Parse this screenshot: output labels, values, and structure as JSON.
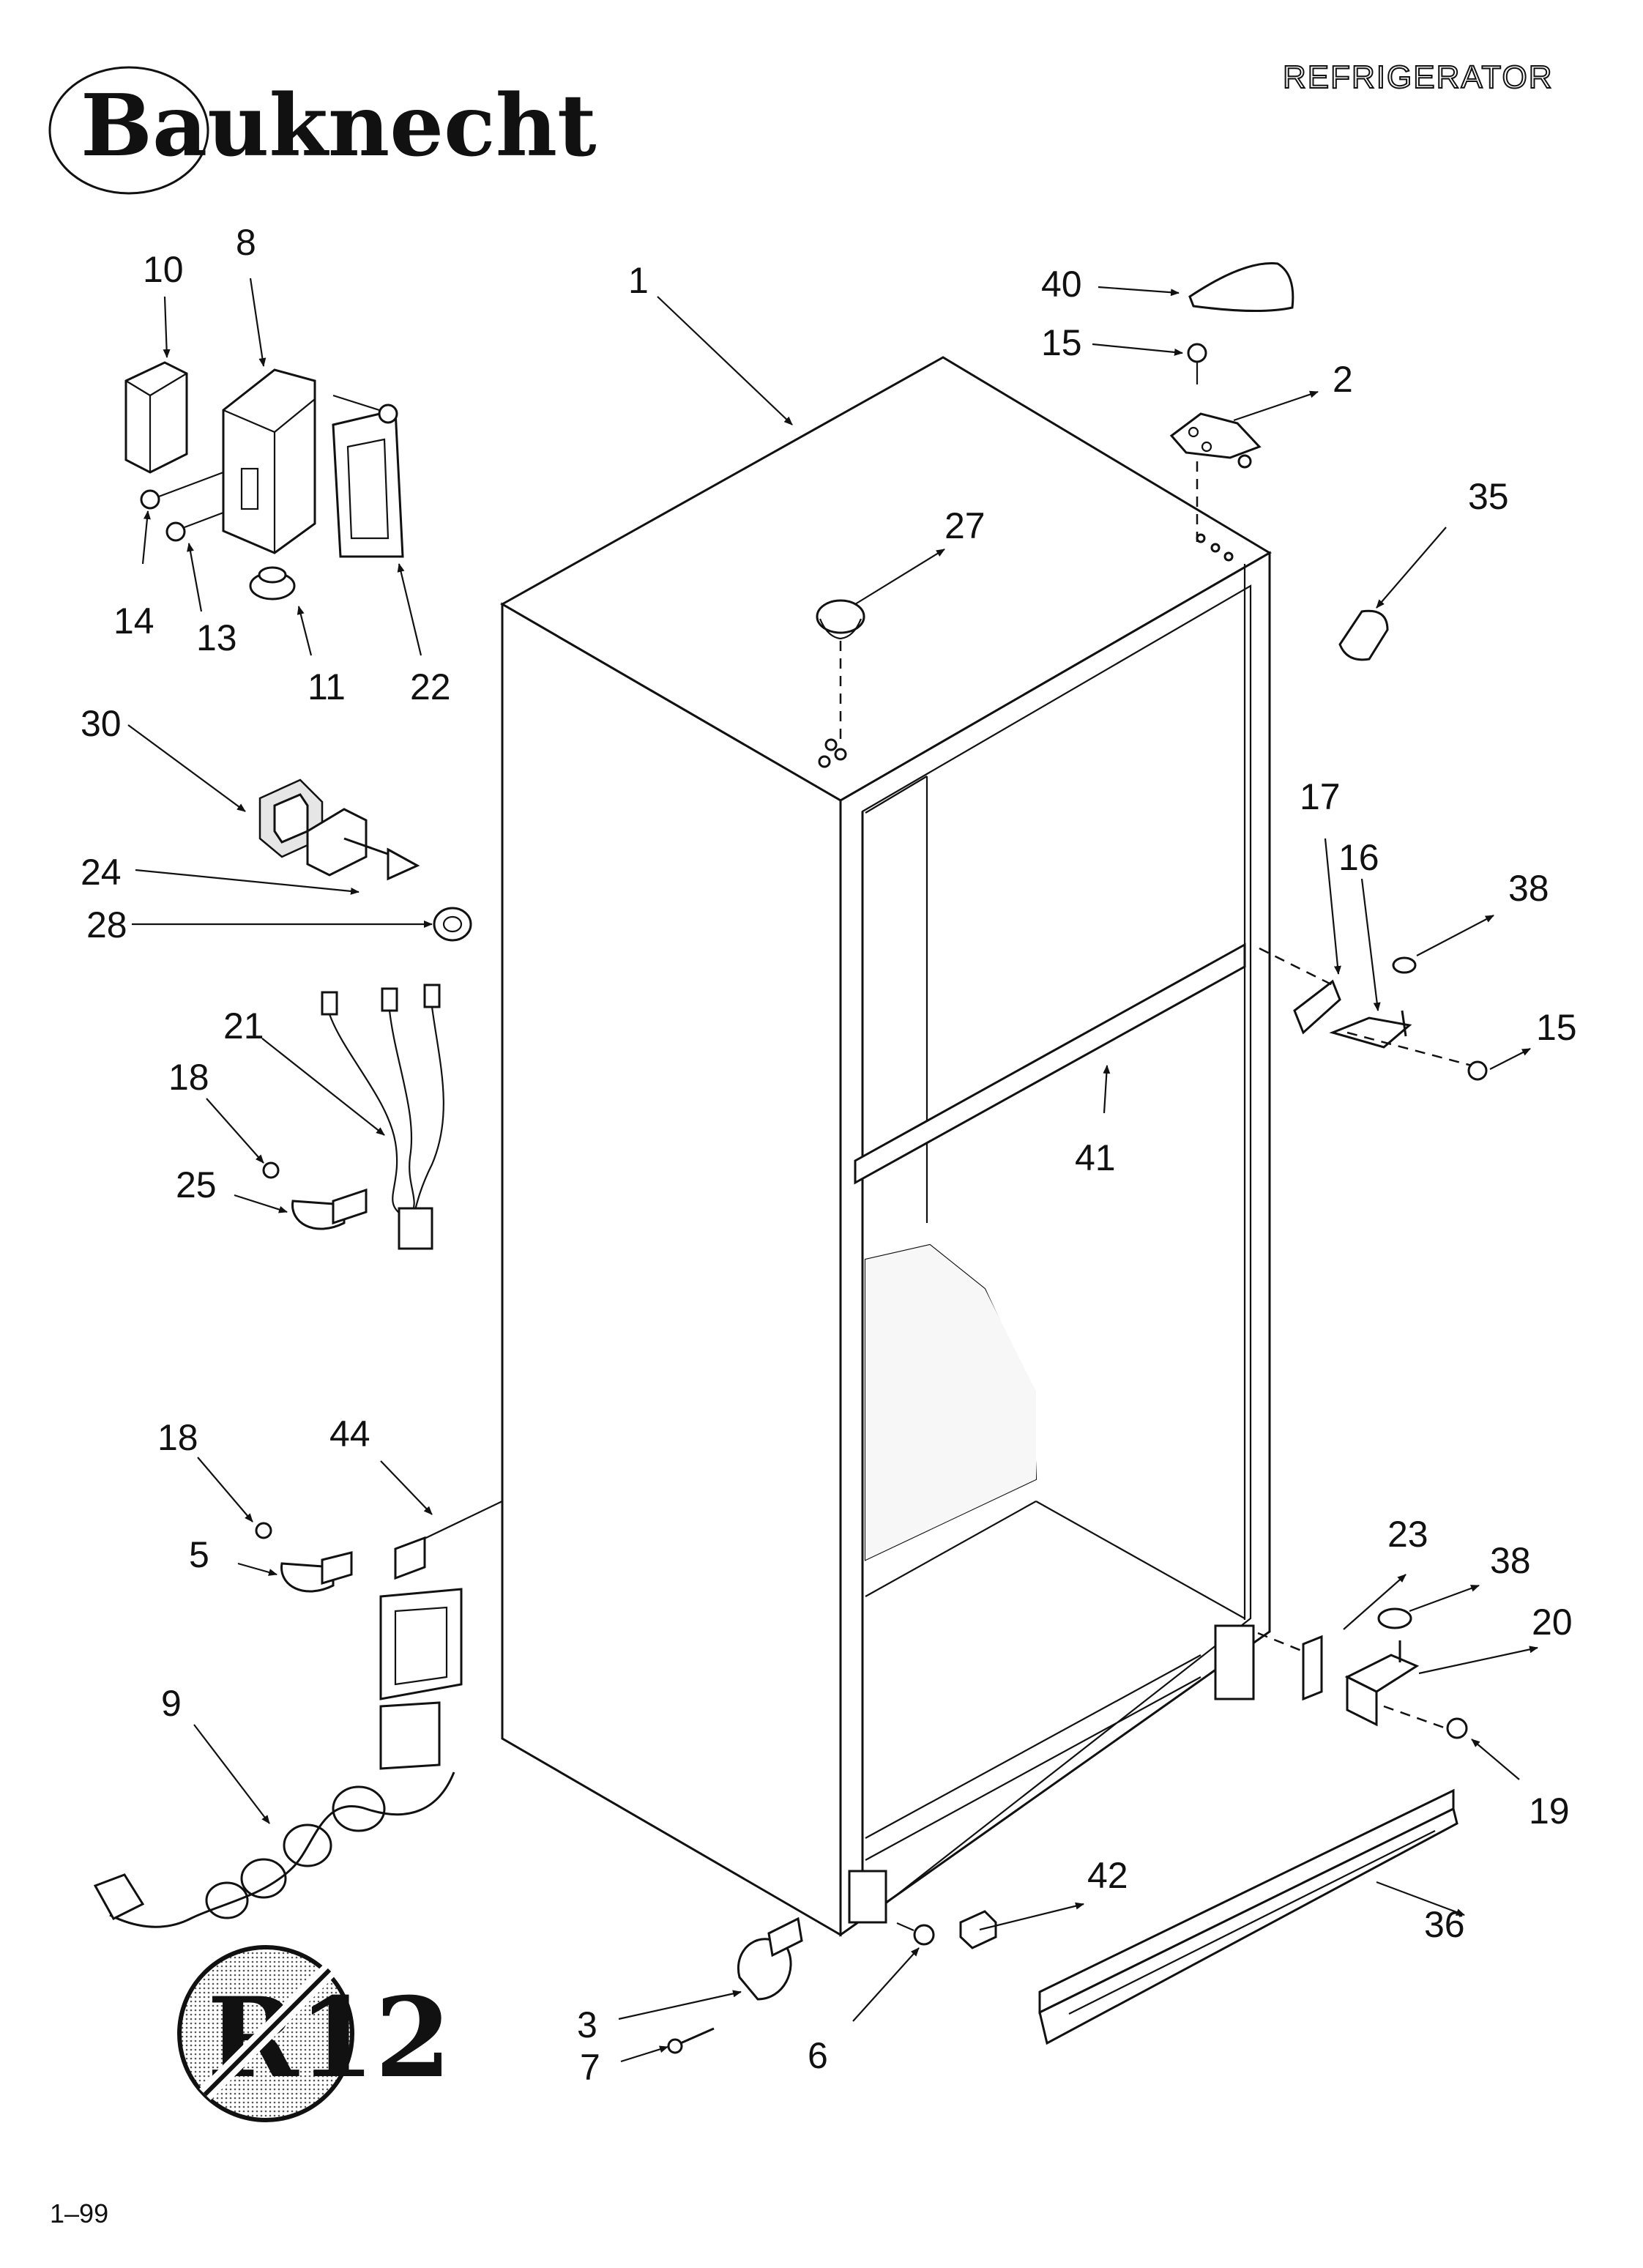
{
  "brand": "Bauknecht",
  "header_title": "REFRIGERATOR",
  "footer_date": "1–99",
  "r12_symbol": "R12",
  "callouts": [
    "1",
    "2",
    "3",
    "5",
    "6",
    "7",
    "8",
    "9",
    "10",
    "11",
    "13",
    "14",
    "15",
    "15",
    "16",
    "17",
    "18",
    "18",
    "19",
    "20",
    "21",
    "22",
    "23",
    "24",
    "25",
    "27",
    "28",
    "30",
    "35",
    "36",
    "38",
    "38",
    "40",
    "41",
    "42",
    "44"
  ]
}
